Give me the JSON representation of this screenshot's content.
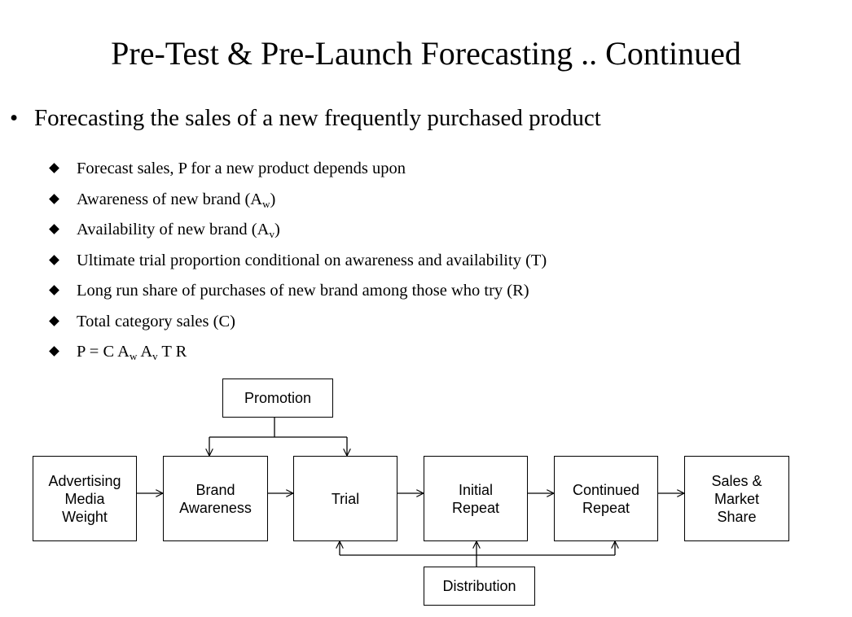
{
  "slide": {
    "title": "Pre-Test & Pre-Launch Forecasting .. Continued",
    "main_bullet_symbol": "•",
    "main_bullet": "Forecasting the sales of a new frequently purchased product"
  },
  "sub_bullets": [
    {
      "text": "Forecast sales, P for a new product depends upon"
    },
    {
      "pre": "Awareness of new brand (A",
      "sub": "w",
      "post": ")"
    },
    {
      "pre": "Availability of new brand (A",
      "sub": "v",
      "post": ")"
    },
    {
      "text": "Ultimate trial proportion conditional on awareness and availability (T)"
    },
    {
      "text": "Long run share of purchases of new brand among those who try (R)"
    },
    {
      "text": "Total category sales (C)"
    },
    {
      "formula_parts": [
        "P = C A",
        "w",
        " A",
        "v",
        " T R"
      ]
    }
  ],
  "diagram": {
    "promotion": "Promotion",
    "distribution": "Distribution",
    "flow": [
      "Advertising\nMedia\nWeight",
      "Brand\nAwareness",
      "Trial",
      "Initial\nRepeat",
      "Continued\nRepeat",
      "Sales &\nMarket\nShare"
    ]
  }
}
